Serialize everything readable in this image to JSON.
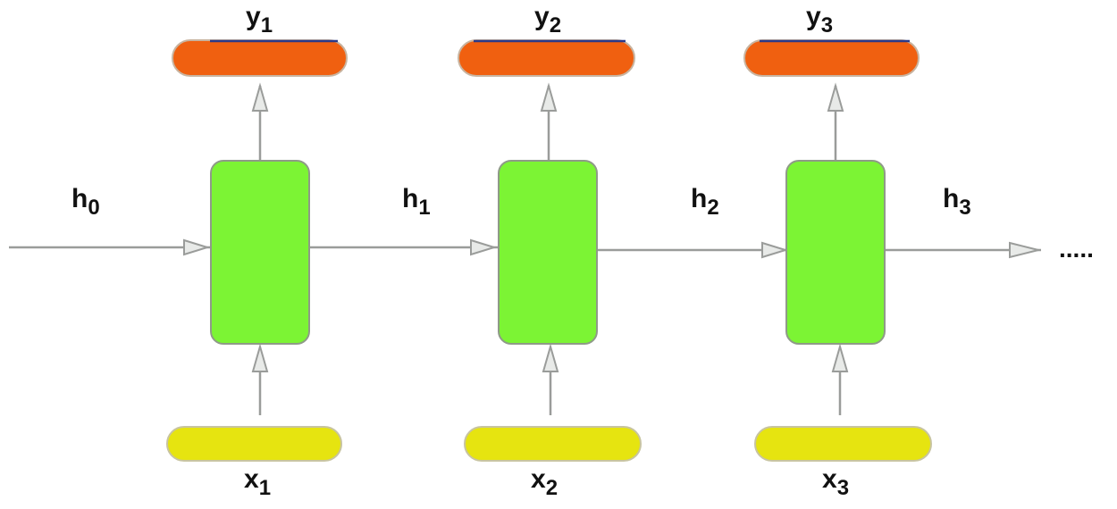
{
  "diagram": {
    "colors": {
      "cell_fill": "#7cf434",
      "cell_stroke": "#8f9a88",
      "output_fill": "#f06010",
      "output_stroke": "#c8b4a0",
      "output_topline": "#2b3a8a",
      "input_fill": "#e6e410",
      "input_stroke": "#c8c4a0",
      "arrow": "#9a9c9a",
      "arrowhead_fill": "#e8eae8"
    },
    "steps": [
      {
        "output": {
          "letter": "y",
          "index": "1"
        },
        "input": {
          "letter": "x",
          "index": "1"
        }
      },
      {
        "output": {
          "letter": "y",
          "index": "2"
        },
        "input": {
          "letter": "x",
          "index": "2"
        }
      },
      {
        "output": {
          "letter": "y",
          "index": "3"
        },
        "input": {
          "letter": "x",
          "index": "3"
        }
      }
    ],
    "hidden_states": [
      {
        "letter": "h",
        "index": "0"
      },
      {
        "letter": "h",
        "index": "1"
      },
      {
        "letter": "h",
        "index": "2"
      },
      {
        "letter": "h",
        "index": "3"
      }
    ],
    "continuation": "....."
  }
}
